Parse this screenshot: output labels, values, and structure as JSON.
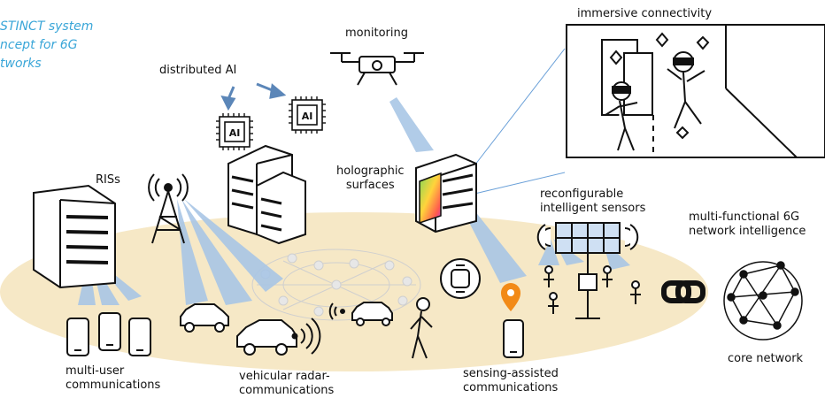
{
  "title_lines": [
    "STINCT system",
    "ncept for 6G",
    "tworks"
  ],
  "labels": {
    "monitoring": "monitoring",
    "immersive": "immersive connectivity",
    "distributed_ai": "distributed AI",
    "ris": "RISs",
    "holographic_1": "holographic",
    "holographic_2": "surfaces",
    "sensors_1": "reconfigurable",
    "sensors_2": "intelligent sensors",
    "multifunctional_1": "multi-functional 6G",
    "multifunctional_2": "network intelligence",
    "multiuser_1": "multi-user",
    "multiuser_2": "communications",
    "vehicular_1": "vehicular radar-",
    "vehicular_2": "communications",
    "sensing_1": "sensing-assisted",
    "sensing_2": "communications",
    "core": "core network"
  },
  "chip_text": "AI",
  "colors": {
    "title": "#3aa6d8",
    "ground": "#f6e8c6",
    "beam": "#a9c6e6",
    "pin": "#f28a17",
    "line": "#111111"
  }
}
